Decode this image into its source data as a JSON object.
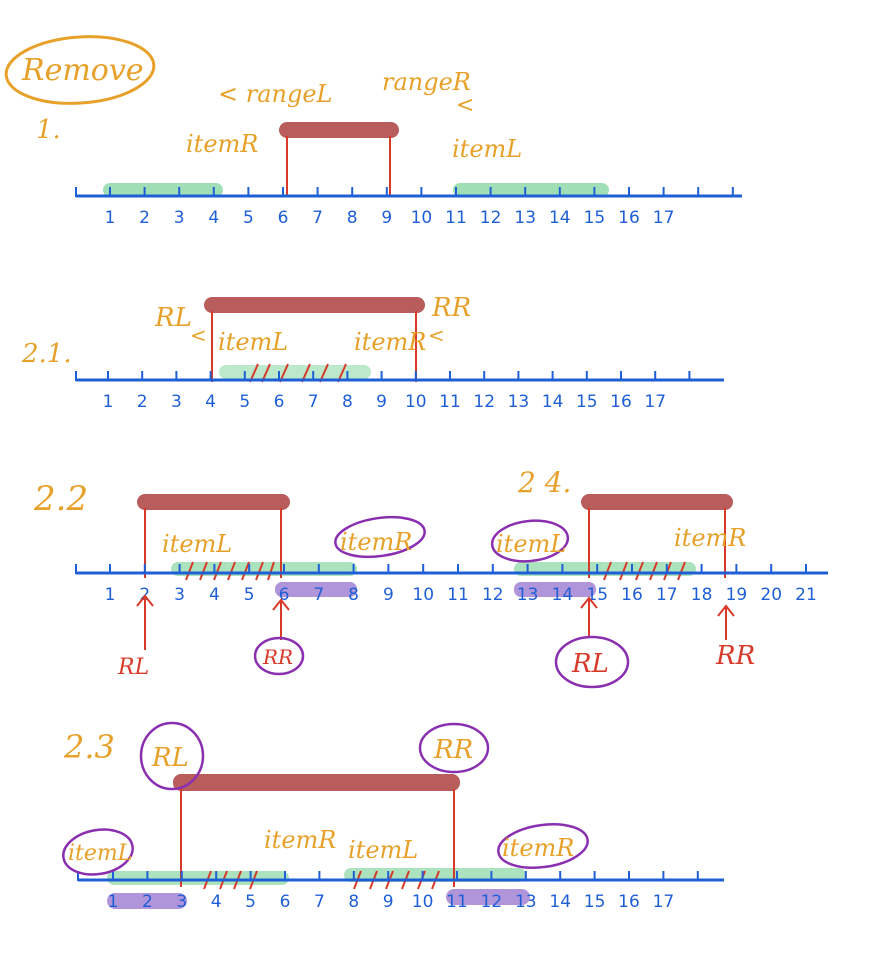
{
  "title": "Remove",
  "colors": {
    "axis": "#1f5fd6",
    "range": "#b85c5c",
    "green": "#8fd9a8",
    "purple": "#a98ad6",
    "orange": "#e7a12a",
    "red": "#d83a2a",
    "circle": "#8a2fb0"
  },
  "panels": [
    {
      "label": "1.",
      "ticks": [
        "1",
        "2",
        "3",
        "4",
        "5",
        "6",
        "7",
        "8",
        "9",
        "10",
        "11",
        "12",
        "13",
        "14",
        "15",
        "16",
        "17"
      ],
      "texts": [
        "< rangeL",
        "rangeR",
        "<",
        "itemR",
        "itemL"
      ]
    },
    {
      "label": "2.1.",
      "ticks": [
        "1",
        "2",
        "3",
        "4",
        "5",
        "6",
        "7",
        "8",
        "9",
        "10",
        "11",
        "12",
        "13",
        "14",
        "15",
        "16",
        "17"
      ],
      "texts": [
        "RL",
        "<",
        "itemL",
        "itemR",
        "RR",
        "<"
      ]
    },
    {
      "label": "2.2",
      "ticks": [
        "1",
        "2",
        "3",
        "4",
        "5",
        "6",
        "7",
        "8",
        "9",
        "10",
        "11",
        "12",
        "13",
        "14",
        "15",
        "16",
        "17",
        "18",
        "19",
        "20",
        "21"
      ],
      "texts": [
        "itemL",
        "itemR",
        "RL",
        "RR"
      ]
    },
    {
      "label": "2 4.",
      "texts": [
        "itemL",
        "itemR",
        "RL",
        "RR"
      ]
    },
    {
      "label": "2.3",
      "ticks": [
        "1",
        "2",
        "3",
        "4",
        "5",
        "6",
        "7",
        "8",
        "9",
        "10",
        "11",
        "12",
        "13",
        "14",
        "15",
        "16",
        "17"
      ],
      "texts": [
        "RL",
        "RR",
        "itemL",
        "itemR",
        "itemL",
        "itemR"
      ]
    }
  ]
}
